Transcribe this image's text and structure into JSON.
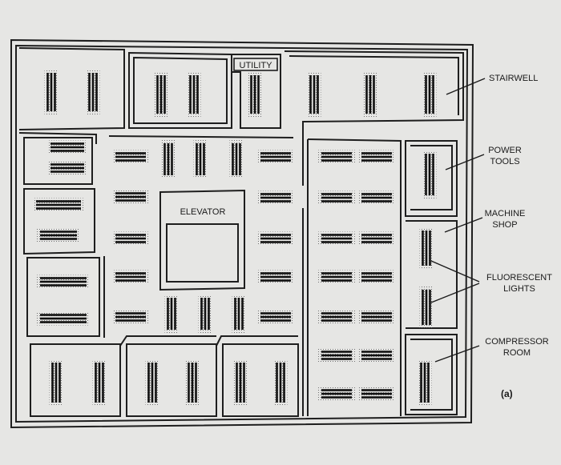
{
  "plan": {
    "labels": {
      "utility": "UTILITY",
      "elevator": "ELEVATOR"
    },
    "callouts": {
      "stairwell": "STAIRWELL",
      "power_tools": [
        "POWER",
        "TOOLS"
      ],
      "machine_shop": [
        "MACHINE",
        "SHOP"
      ],
      "fluorescent_lights": [
        "FLUORESCENT",
        "LIGHTS"
      ],
      "compressor_room": [
        "COMPRESSOR",
        "ROOM"
      ]
    },
    "figure_label": "(a)"
  },
  "colors": {
    "paper": "#e6e6e4",
    "wall": "#1e1e1e",
    "fixture": "#111111"
  }
}
